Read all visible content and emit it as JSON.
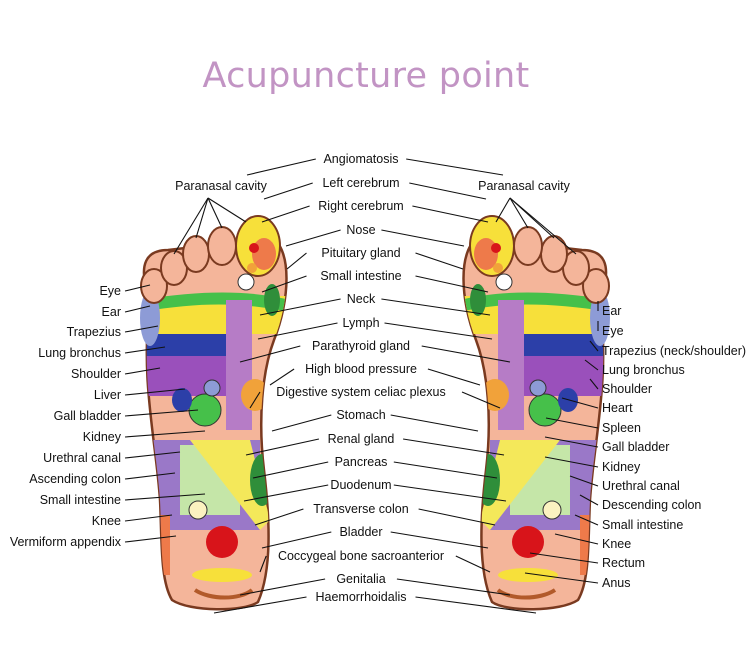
{
  "title": "Acupuncture point",
  "center_labels": [
    "Angiomatosis",
    "Left cerebrum",
    "Right cerebrum",
    "Nose",
    "Pituitary gland",
    "Small intestine",
    "Neck",
    "Lymph",
    "Parathyroid gland",
    "High blood pressure",
    "Digestive system celiac plexus",
    "Stomach",
    "Renal gland",
    "Pancreas",
    "Duodenum",
    "Transverse colon",
    "Bladder",
    "Coccygeal bone sacroanterior",
    "Genitalia",
    "Haemorrhoidalis"
  ],
  "left_labels": [
    "Eye",
    "Ear",
    "Trapezius",
    "Lung bronchus",
    "Shoulder",
    "Liver",
    "Gall bladder",
    "Kidney",
    "Urethral canal",
    "Ascending colon",
    "Small intestine",
    "Knee",
    "Vermiform appendix"
  ],
  "right_labels": [
    "Ear",
    "Eye",
    "Trapezius (neck/shoulder)",
    "Lung bronchus",
    "Shoulder",
    "Heart",
    "Spleen",
    "Gall bladder",
    "Kidney",
    "Urethral canal",
    "Descending colon",
    "Small intestine",
    "Knee",
    "Rectum",
    "Anus"
  ],
  "paranasal_left": "Paranasal cavity",
  "paranasal_right": "Paranasal cavity",
  "colors": {
    "title": "#c294c4",
    "skin": "#f4b59a",
    "outline": "#7a3a20"
  }
}
